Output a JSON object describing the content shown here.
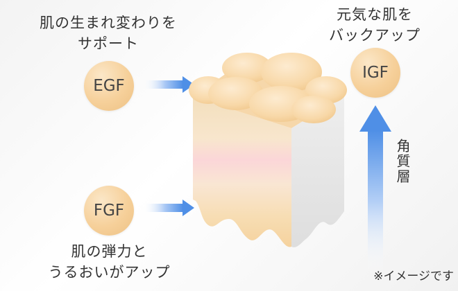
{
  "labels": {
    "egf_caption_line1": "肌の生まれ変わりを",
    "egf_caption_line2": "サポート",
    "fgf_caption_line1": "肌の弾力と",
    "fgf_caption_line2": "うるおいがアップ",
    "igf_caption_line1": "元気な肌を",
    "igf_caption_line2": "バックアップ",
    "stratum_label": "角質層",
    "disclaimer": "※イメージです"
  },
  "factors": {
    "egf": "EGF",
    "fgf": "FGF",
    "igf": "IGF"
  },
  "colors": {
    "circle": "#f6d09a",
    "arrow": "#4f8fe6",
    "cube_top": "#f7d9ae",
    "cube_side": "#e6e6e6"
  },
  "icons": {
    "egf_arrow": "arrow-right-icon",
    "fgf_arrow": "arrow-right-icon",
    "igf_arrow": "arrow-up-icon"
  }
}
